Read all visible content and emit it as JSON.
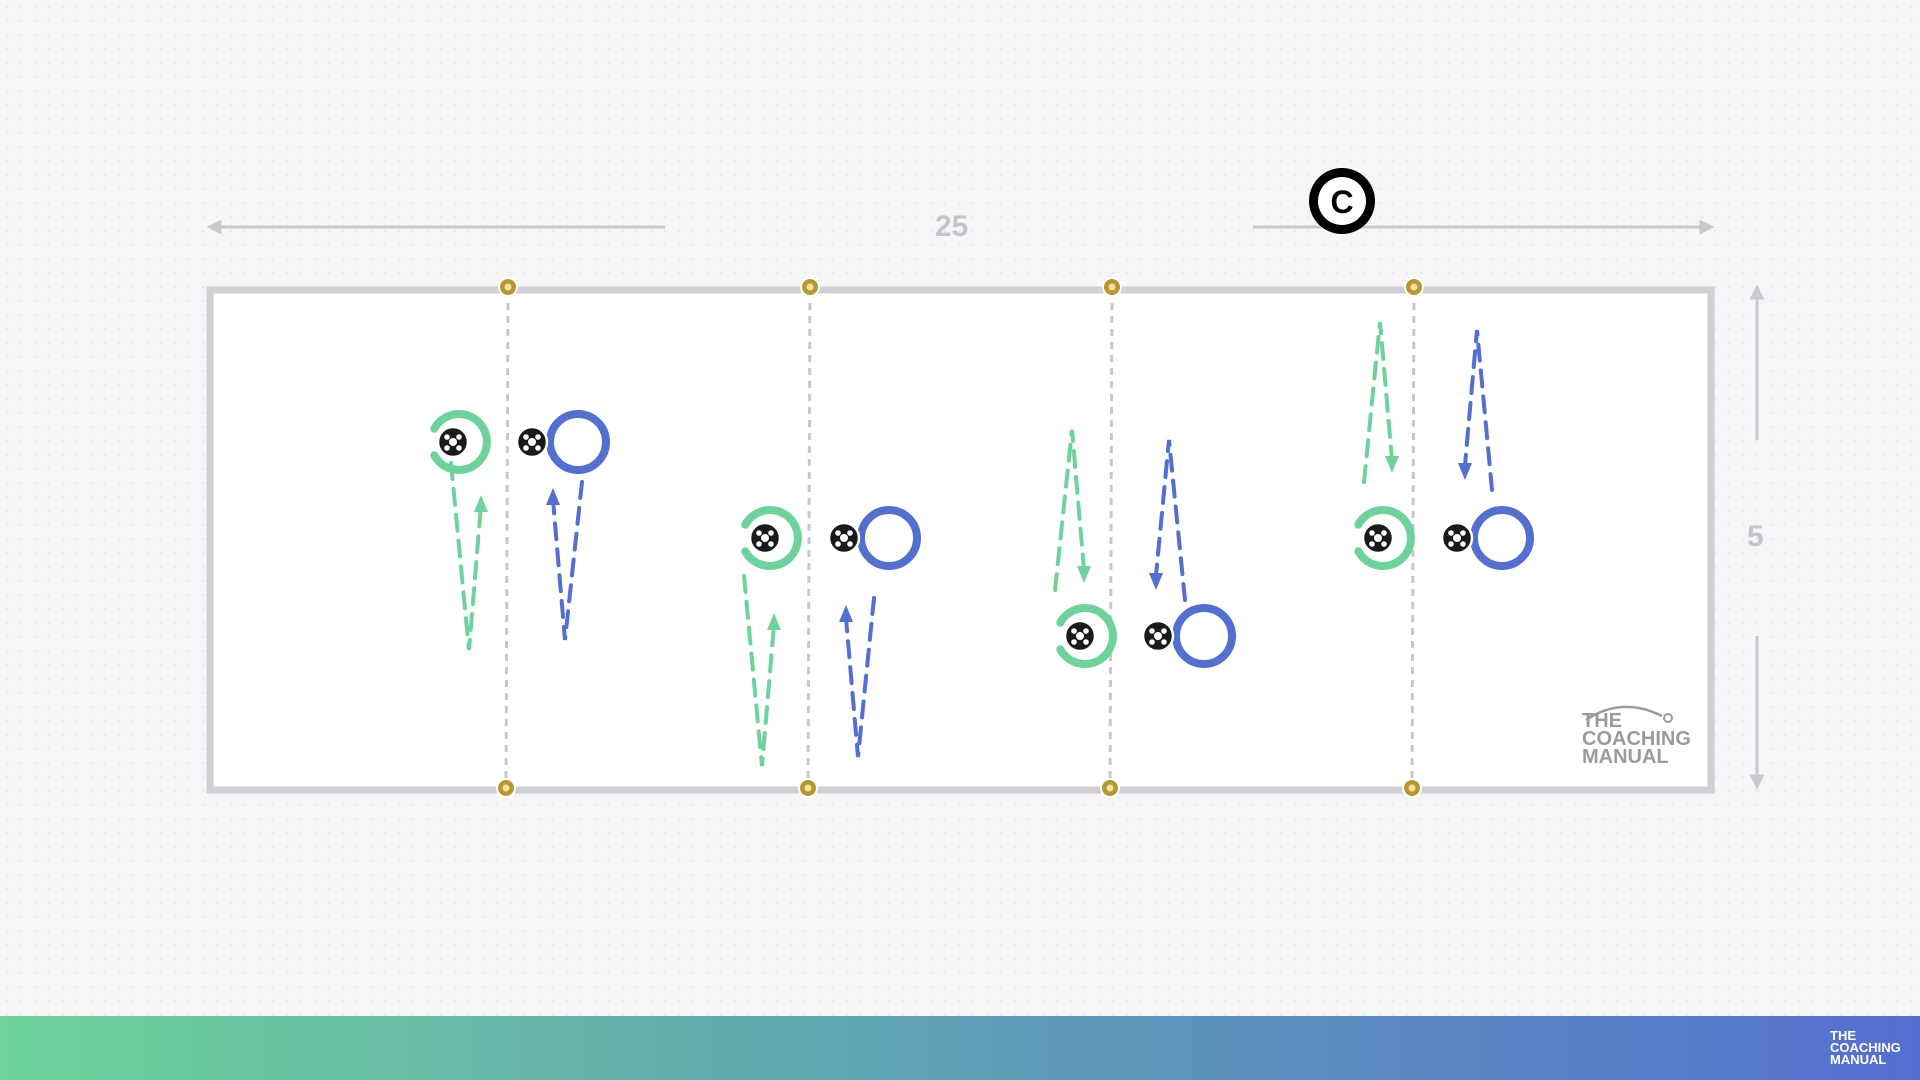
{
  "field": {
    "width_label": "25",
    "height_label": "5"
  },
  "coach": {
    "label": "C"
  },
  "colors": {
    "team_green": "#6dd39a",
    "team_blue": "#536fd0",
    "field_border": "#cfcfd4",
    "cone": "#b8962e",
    "ball": "#1a1a1a",
    "dimension": "#c4c4cc"
  },
  "players": [
    {
      "team": "green",
      "facing": "right",
      "icon": "player-ring-icon",
      "has_ball": true
    },
    {
      "team": "blue",
      "facing": "left",
      "icon": "player-ring-icon",
      "has_ball": true
    },
    {
      "team": "green",
      "facing": "right",
      "icon": "player-ring-icon",
      "has_ball": true
    },
    {
      "team": "blue",
      "facing": "left",
      "icon": "player-ring-icon",
      "has_ball": true
    },
    {
      "team": "green",
      "facing": "right",
      "icon": "player-ring-icon",
      "has_ball": true
    },
    {
      "team": "blue",
      "facing": "left",
      "icon": "player-ring-icon",
      "has_ball": true
    },
    {
      "team": "green",
      "facing": "right",
      "icon": "player-ring-icon",
      "has_ball": true
    },
    {
      "team": "blue",
      "facing": "left",
      "icon": "player-ring-icon",
      "has_ball": true
    }
  ],
  "runs": [
    {
      "team": "green",
      "direction": "up"
    },
    {
      "team": "blue",
      "direction": "up"
    },
    {
      "team": "green",
      "direction": "up"
    },
    {
      "team": "blue",
      "direction": "up"
    },
    {
      "team": "green",
      "direction": "down"
    },
    {
      "team": "blue",
      "direction": "down"
    },
    {
      "team": "green",
      "direction": "down"
    },
    {
      "team": "blue",
      "direction": "down"
    }
  ],
  "watermark": {
    "line1": "THE",
    "line2": "COACHING",
    "line3": "MANUAL"
  },
  "footer_logo": {
    "line1": "THE",
    "line2": "COACHING",
    "line3": "MANUAL"
  }
}
